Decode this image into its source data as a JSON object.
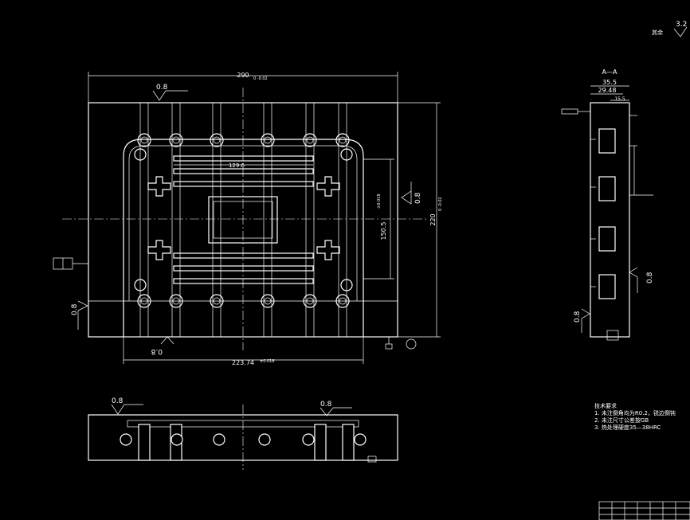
{
  "dims": {
    "top_width": "290",
    "top_width_tol": "0 -0.02",
    "right_height": "220",
    "right_height_tol": "0 -0.02",
    "bottom_width": "223.74",
    "bottom_width_tol": "±0.018",
    "center_dim": "150.5",
    "center_dim_tol": "±0.018",
    "inner_dim": "129.6",
    "section_w1": "35.5",
    "section_w2": "29.48",
    "section_w3": "15.5"
  },
  "roughness": {
    "top": "0.8",
    "right": "0.8",
    "left": "0.8",
    "bottom": "0.8",
    "section_right": "0.8",
    "section_left": "0.8",
    "lower_left": "0.8",
    "lower_right": "0.8",
    "corner_value": "3.2",
    "corner_label": "其余"
  },
  "section": {
    "label": "A—A"
  },
  "notes": {
    "title": "技术要求",
    "lines": [
      "1. 未注倒角均为R0.2，锐边倒钝",
      "2. 未注尺寸公差按GB",
      "3. 热处理硬度35—38HRC"
    ]
  }
}
